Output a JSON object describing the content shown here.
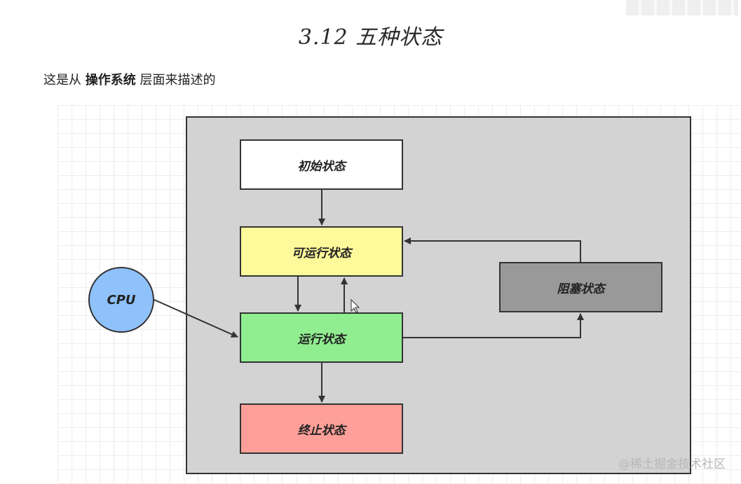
{
  "title": "3.12 五种状态",
  "intro": {
    "prefix": "这是从 ",
    "emphasis": "操作系统",
    "suffix": " 层面来描述的"
  },
  "diagram": {
    "cpu": "CPU",
    "states": {
      "initial": "初始状态",
      "runnable": "可运行状态",
      "running": "运行状态",
      "blocked": "阻塞状态",
      "terminated": "终止状态"
    },
    "colors": {
      "initial": "#ffffff",
      "runnable": "#fefa9b",
      "running": "#90ee90",
      "blocked": "#999999",
      "terminated": "#ff9f99",
      "cpu": "#8fc1fb",
      "container": "#d3d3d3"
    }
  },
  "watermark": "@稀土掘金技术社区"
}
